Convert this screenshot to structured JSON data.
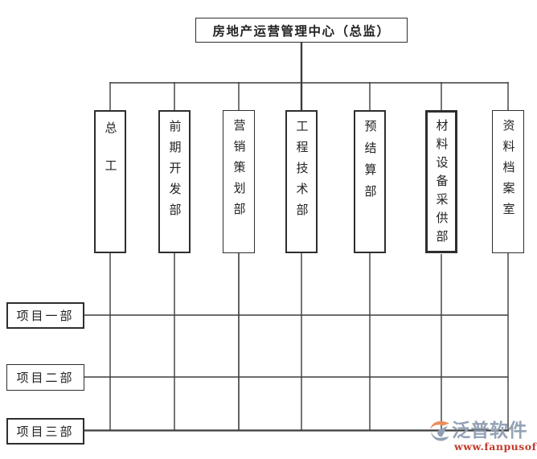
{
  "diagram": {
    "title_note": "real-estate operations org chart",
    "root": {
      "label": "房地产运营管理中心（总监）"
    },
    "departments": [
      {
        "label": "总工"
      },
      {
        "label": "前期开发部"
      },
      {
        "label": "营销策划部"
      },
      {
        "label": "工程技术部"
      },
      {
        "label": "预结算部"
      },
      {
        "label": "材料设备采供部"
      },
      {
        "label": "资料档案室"
      }
    ],
    "projects": [
      {
        "label": "项目一部"
      },
      {
        "label": "项目二部"
      },
      {
        "label": "项目三部"
      }
    ]
  },
  "watermark": {
    "brand": "泛普软件",
    "url": "www.fanpusoft.com",
    "brand_color": "#93a1b4",
    "url_color": "#c5392b",
    "icon": "fanpu-swoosh-icon",
    "icon_orange": "#ee8d5e",
    "icon_gray": "#8fa0b4"
  },
  "colors": {
    "background": "#ffffff",
    "line": "#3c3c3c",
    "box_border": "#2e2e2e"
  }
}
